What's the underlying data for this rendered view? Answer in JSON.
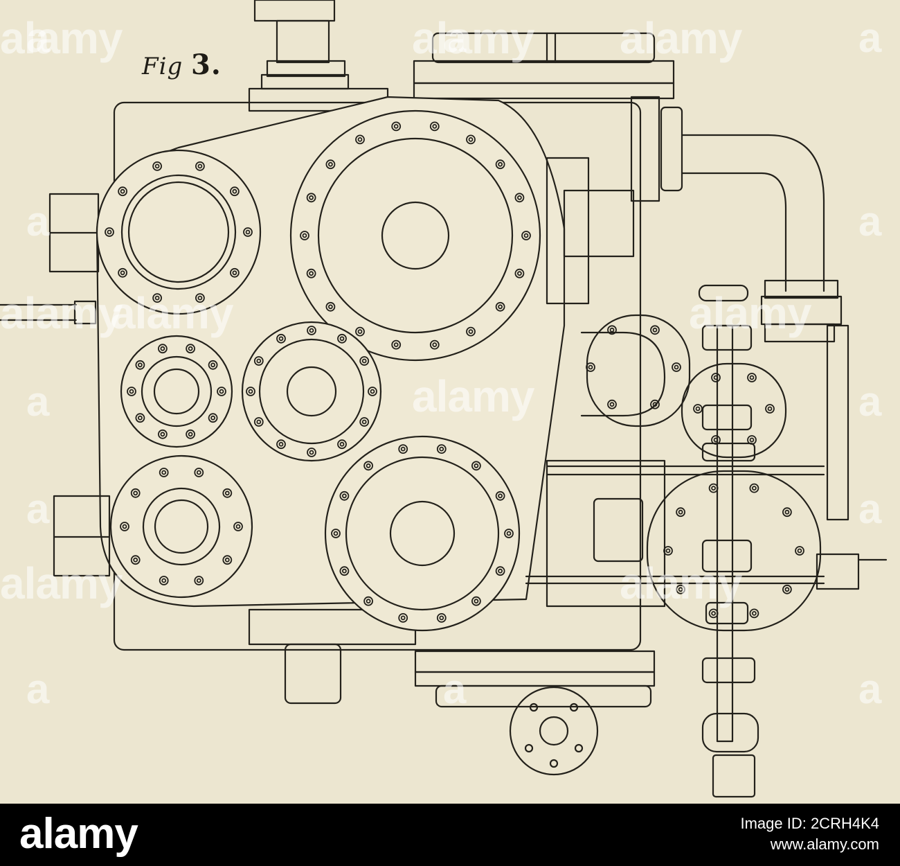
{
  "figure": {
    "label_prefix": "Fig",
    "label_number": "3."
  },
  "watermark": {
    "text": "alamy",
    "letter": "a"
  },
  "footer": {
    "brand": "alamy",
    "image_id": "Image ID: 2CRH4K4",
    "site": "www.alamy.com"
  },
  "colors": {
    "paper": "#ece6d0",
    "ink": "#23211b",
    "footer_bg": "#000000",
    "watermark": "#ffffff"
  }
}
